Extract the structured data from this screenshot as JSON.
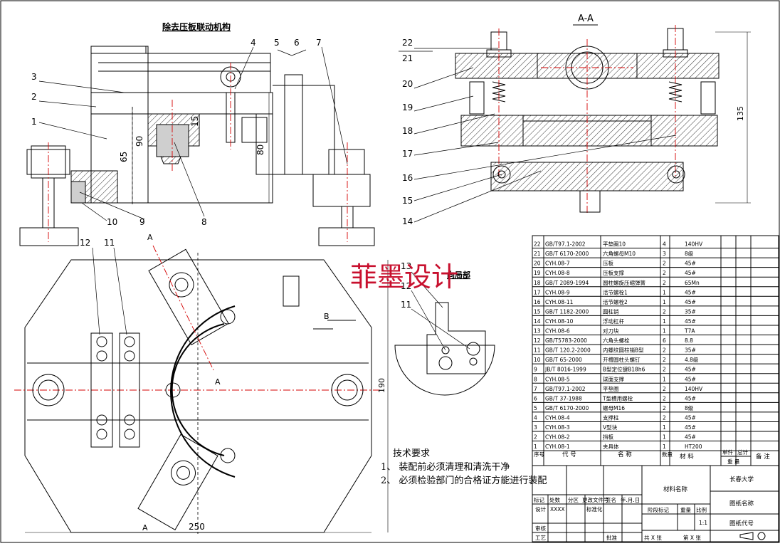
{
  "views": {
    "front_title": "除去压板联动机构",
    "section_title": "A-A",
    "detail_title": "向局部"
  },
  "front_balloons": [
    "1",
    "2",
    "3",
    "4",
    "5",
    "6",
    "7",
    "8",
    "9",
    "10"
  ],
  "section_balloons": [
    "22",
    "21",
    "20",
    "19",
    "18",
    "17",
    "16",
    "15",
    "14"
  ],
  "plan_balloons": [
    "12",
    "11"
  ],
  "detail_balloons": [
    "13",
    "12",
    "11"
  ],
  "dimensions": {
    "d65": "65",
    "d90": "90",
    "d80": "80",
    "d15": "15",
    "d135": "135",
    "d190": "190",
    "d250": "250"
  },
  "section_markers": {
    "a_top": "A",
    "a_bottom": "A",
    "a_mid": "A",
    "b": "B"
  },
  "watermark": "菲墨设计",
  "notes": {
    "title": "技术要求",
    "items": [
      "1、 装配前必须清理和清洗干净",
      "2、 必须检验部门的合格证方能进行装配"
    ]
  },
  "bom": {
    "headers": {
      "no": "序号",
      "code": "代 号",
      "name": "名 称",
      "qty": "数量",
      "material": "材 料",
      "unit_weight": "单件",
      "total_weight": "总计",
      "weight_label": "重 量",
      "remarks": "备 注"
    },
    "rows": [
      {
        "no": "22",
        "code": "GB/T97.1-2002",
        "name": "平垫圈10",
        "qty": "4",
        "material": "140HV"
      },
      {
        "no": "21",
        "code": "GB/T 6170-2000",
        "name": "六角螺母M10",
        "qty": "3",
        "material": "8级"
      },
      {
        "no": "20",
        "code": "CYH.08-7",
        "name": "压板",
        "qty": "2",
        "material": "45#"
      },
      {
        "no": "19",
        "code": "CYH.08-8",
        "name": "压板支撑",
        "qty": "2",
        "material": "45#"
      },
      {
        "no": "18",
        "code": "GB/T 2089-1994",
        "name": "圆柱螺旋压缩弹簧",
        "qty": "2",
        "material": "65Mn"
      },
      {
        "no": "17",
        "code": "CYH.08-9",
        "name": "活节螺栓1",
        "qty": "1",
        "material": "45#"
      },
      {
        "no": "16",
        "code": "CYH.08-11",
        "name": "活节螺栓2",
        "qty": "1",
        "material": "45#"
      },
      {
        "no": "15",
        "code": "GB/T 1182-2000",
        "name": "圆柱销",
        "qty": "2",
        "material": "35#"
      },
      {
        "no": "14",
        "code": "CYH.08-10",
        "name": "浮动杠杆",
        "qty": "1",
        "material": "45#"
      },
      {
        "no": "13",
        "code": "CYH.08-6",
        "name": "对刀块",
        "qty": "1",
        "material": "T7A"
      },
      {
        "no": "12",
        "code": "GB/T5783-2000",
        "name": "六角头螺栓",
        "qty": "6",
        "material": "8.8"
      },
      {
        "no": "11",
        "code": "GB/T 120.2-2000",
        "name": "内螺纹圆柱销B型",
        "qty": "2",
        "material": "35#"
      },
      {
        "no": "10",
        "code": "GB/T 65-2000",
        "name": "开槽圆柱头螺钉",
        "qty": "2",
        "material": "4.8级"
      },
      {
        "no": "9",
        "code": "JB/T 8016-1999",
        "name": "B型定位键B18h6",
        "qty": "2",
        "material": "45#"
      },
      {
        "no": "8",
        "code": "CYH.08-5",
        "name": "球面支撑",
        "qty": "1",
        "material": "45#"
      },
      {
        "no": "7",
        "code": "GB/T97.1-2002",
        "name": "平垫圈",
        "qty": "2",
        "material": "140HV"
      },
      {
        "no": "6",
        "code": "GB/T 37-1988",
        "name": "T型槽用螺栓",
        "qty": "2",
        "material": "45#"
      },
      {
        "no": "5",
        "code": "GB/T 6170-2000",
        "name": "螺母M16",
        "qty": "2",
        "material": "8级"
      },
      {
        "no": "4",
        "code": "CYH.08-4",
        "name": "支撑柱",
        "qty": "2",
        "material": "45#"
      },
      {
        "no": "3",
        "code": "CYH.08-3",
        "name": "V型块",
        "qty": "1",
        "material": "45#"
      },
      {
        "no": "2",
        "code": "CYH.08-2",
        "name": "挡板",
        "qty": "1",
        "material": "45#"
      },
      {
        "no": "1",
        "code": "CYH.08-1",
        "name": "夹具体",
        "qty": "1",
        "material": "HT200"
      }
    ]
  },
  "title_block": {
    "material_label": "材料名称",
    "school": "长春大学",
    "drawing_name_label": "图纸名称",
    "drawing_code_label": "图纸代号",
    "marks_row": [
      "标记",
      "处数",
      "分区",
      "更改文件号",
      "签名",
      "年.月.日"
    ],
    "design_label": "设计",
    "design_value": "XXXX",
    "std_label": "标准化",
    "stage_label": "阶段标记",
    "weight_label": "重量",
    "scale_label": "比例",
    "scale_value": "1:1",
    "audit_label": "审核",
    "process_label": "工艺",
    "approve_label": "批准",
    "sheets_total": "共 X 张",
    "sheet_no": "第 X 张"
  }
}
